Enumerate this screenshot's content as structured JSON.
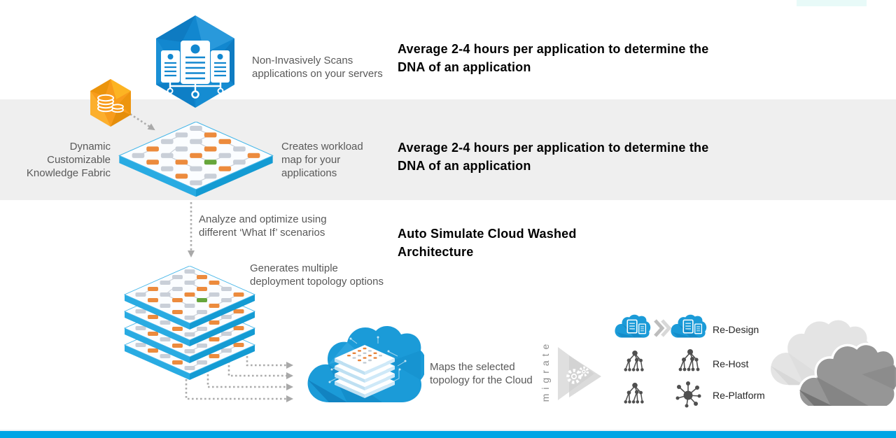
{
  "colors": {
    "band": "#EFEFEF",
    "accent_blue": "#29ABE2",
    "hex_blue": "#1287CF",
    "hex_orange": "#F89C1C",
    "cloud_blue": "#1B9BD8",
    "bottom_bar": "#00A5E5",
    "body_text": "#595959",
    "headline_text": "#000000"
  },
  "steps": {
    "scan": {
      "caption": "Non-Invasively Scans\napplications on your servers",
      "headline": "Average 2-4 hours per application to determine the\nDNA of an application"
    },
    "knowledge": {
      "label": "Dynamic\nCustomizable\nKnowledge Fabric"
    },
    "workload_map": {
      "caption": "Creates workload\nmap for your\napplications",
      "headline": "Average 2-4 hours per application to determine the\nDNA of an application"
    },
    "analyze": {
      "caption": "Analyze and optimize using\ndifferent ‘What If’ scenarios",
      "headline": "Auto Simulate Cloud Washed\nArchitecture"
    },
    "topology": {
      "caption": "Generates multiple\ndeployment topology options"
    },
    "cloud_map": {
      "caption": "Maps the selected\ntopology for the Cloud"
    },
    "migrate": {
      "label": "migrate"
    }
  },
  "migration_options": [
    {
      "label": "Re-Design"
    },
    {
      "label": "Re-Host"
    },
    {
      "label": "Re-Platform"
    }
  ],
  "icons": {
    "scan-hexagon-icon": "blue hexagon with scanned servers",
    "knowledge-fabric-hexagon-icon": "orange hexagon with coin stacks",
    "workload-map-icon": "isometric workload map tile",
    "topology-stack-icon": "stack of four topology layers",
    "cloud-topology-icon": "blue cloud holding mapped topology stack",
    "migrate-play-icon": "gray forward triangles with gears",
    "doc-cloud-icon": "blue cloud with documents",
    "double-chevron-icon": "gray double chevron",
    "tree-topology-icon": "hierarchical node tree",
    "hub-topology-icon": "hub and spoke nodes",
    "gray-clouds-icon": "two gray target clouds"
  }
}
